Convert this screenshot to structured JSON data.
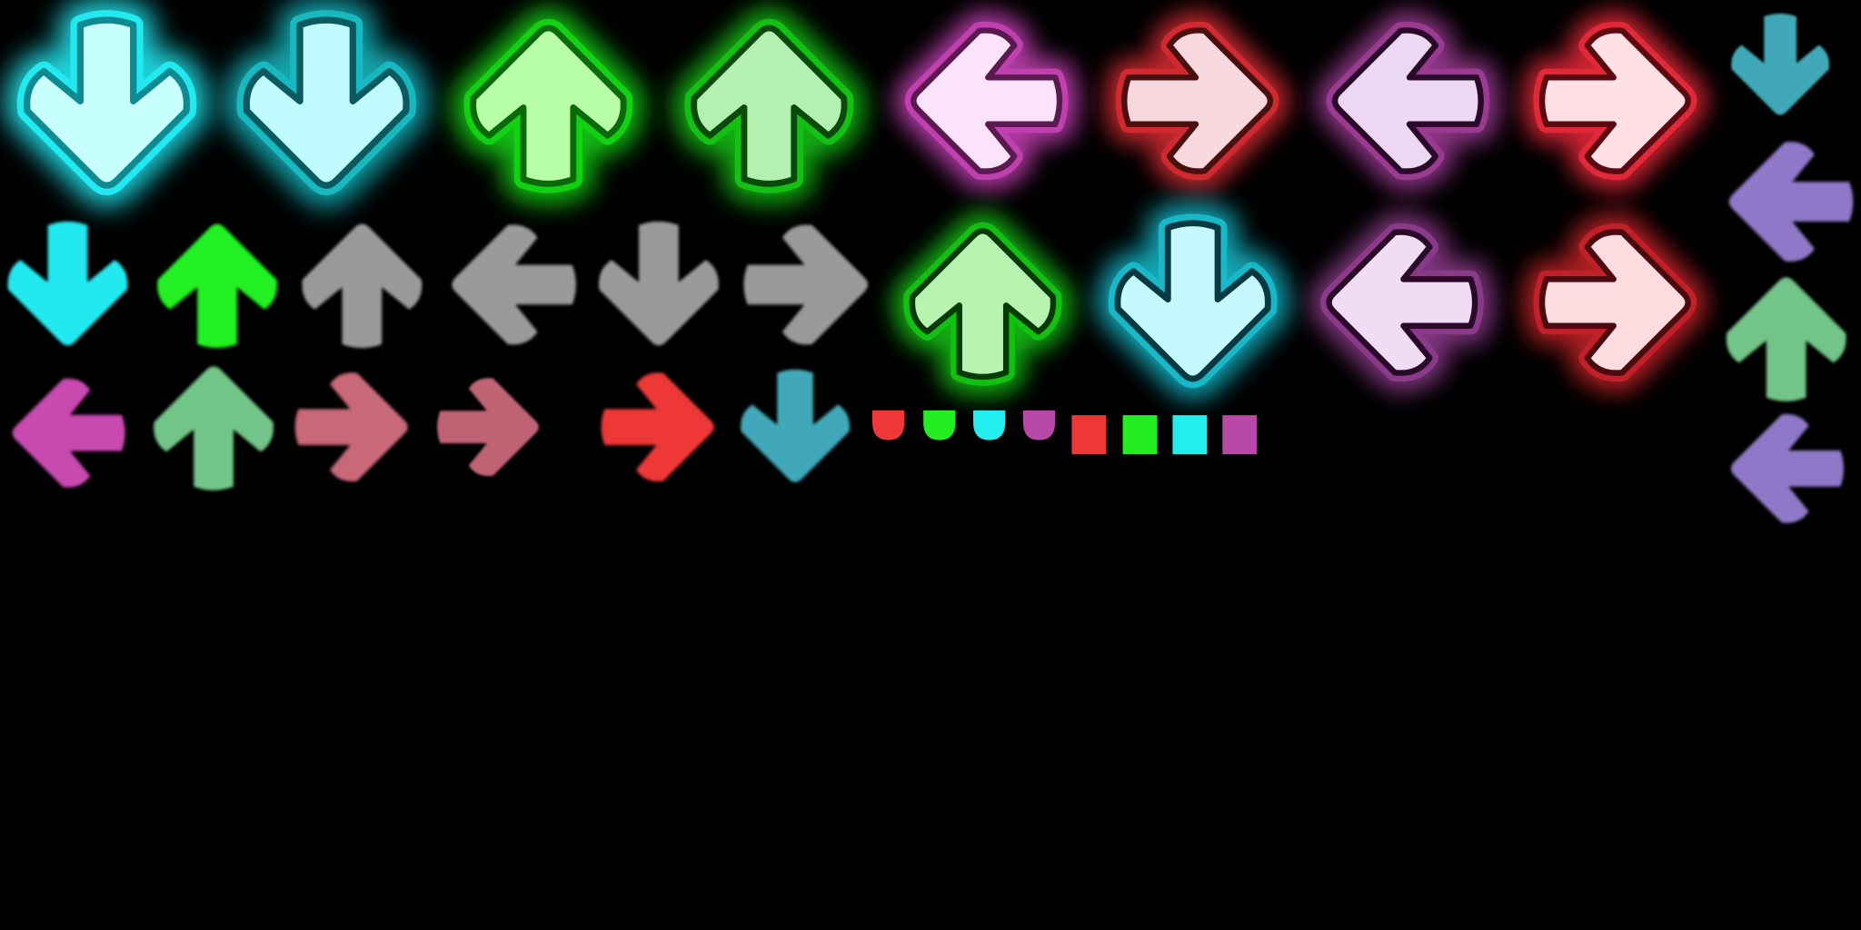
{
  "background": "#000000",
  "sprites": [
    {
      "name": "arrow-down-confirm",
      "direction": "down",
      "fill": "#c8ffff",
      "glow": "#22e8f0",
      "outline": "#0f8a90"
    },
    {
      "name": "arrow-down-press",
      "direction": "down",
      "fill": "#c0fbff",
      "glow": "#18b8c0",
      "outline": "#0b5a60"
    },
    {
      "name": "arrow-up-confirm",
      "direction": "up",
      "fill": "#b8ffa8",
      "glow": "#12d012",
      "outline": "#0a6a0a"
    },
    {
      "name": "arrow-up-press",
      "direction": "up",
      "fill": "#b4f0b0",
      "glow": "#14c014",
      "outline": "#0a4a0a"
    },
    {
      "name": "arrow-left-confirm",
      "direction": "left",
      "fill": "#fbe4fb",
      "glow": "#c040b0",
      "outline": "#5a1a50"
    },
    {
      "name": "arrow-right-confirm",
      "direction": "right",
      "fill": "#f6d8de",
      "glow": "#d02a30",
      "outline": "#4a1010"
    },
    {
      "name": "arrow-left-press",
      "direction": "left",
      "fill": "#ecd8f2",
      "glow": "#9a3a90",
      "outline": "#2a0a28"
    },
    {
      "name": "arrow-right-press",
      "direction": "right",
      "fill": "#ffe0e4",
      "glow": "#e02838",
      "outline": "#5a0a10"
    },
    {
      "name": "arrow-down-static",
      "direction": "down",
      "fill": "#3fa8b8",
      "glow": null,
      "outline": null
    },
    {
      "name": "note-down",
      "direction": "down",
      "fill": "#22e8f0",
      "glow": null,
      "outline": null
    },
    {
      "name": "note-up",
      "direction": "up",
      "fill": "#22f022",
      "glow": null,
      "outline": null
    },
    {
      "name": "strum-up",
      "direction": "up",
      "fill": "#9a9a9a",
      "glow": null,
      "outline": null
    },
    {
      "name": "strum-left",
      "direction": "left",
      "fill": "#9a9a9a",
      "glow": null,
      "outline": null
    },
    {
      "name": "strum-down",
      "direction": "down",
      "fill": "#9a9a9a",
      "glow": null,
      "outline": null
    },
    {
      "name": "strum-right",
      "direction": "right",
      "fill": "#9a9a9a",
      "glow": null,
      "outline": null
    },
    {
      "name": "arrow-up-confirm-2",
      "direction": "up",
      "fill": "#b8f4b0",
      "glow": "#12c012",
      "outline": "#083a08"
    },
    {
      "name": "arrow-down-confirm-2",
      "direction": "down",
      "fill": "#c8f8ff",
      "glow": "#18b8c8",
      "outline": "#063a40"
    },
    {
      "name": "arrow-left-confirm-2",
      "direction": "left",
      "fill": "#f0dcf4",
      "glow": "#8a3a88",
      "outline": "#2a0a28"
    },
    {
      "name": "arrow-right-confirm-2",
      "direction": "right",
      "fill": "#ffdce0",
      "glow": "#c02028",
      "outline": "#4a0a10"
    },
    {
      "name": "arrow-left-lavender",
      "direction": "left",
      "fill": "#8f78c8",
      "glow": null,
      "outline": null
    },
    {
      "name": "arrow-up-mint",
      "direction": "up",
      "fill": "#72c488",
      "glow": null,
      "outline": null
    },
    {
      "name": "arrow-left-lavender-2",
      "direction": "left",
      "fill": "#8f78c8",
      "glow": null,
      "outline": null
    },
    {
      "name": "note-left",
      "direction": "left",
      "fill": "#c848b0",
      "glow": null,
      "outline": null
    },
    {
      "name": "arrow-up-mint-2",
      "direction": "up",
      "fill": "#72c488",
      "glow": null,
      "outline": null
    },
    {
      "name": "arrow-right-rose",
      "direction": "right",
      "fill": "#c86878",
      "glow": null,
      "outline": null
    },
    {
      "name": "arrow-right-rose-2",
      "direction": "right",
      "fill": "#c06474",
      "glow": null,
      "outline": null
    },
    {
      "name": "note-right",
      "direction": "right",
      "fill": "#ee3838",
      "glow": null,
      "outline": null
    },
    {
      "name": "arrow-down-teal",
      "direction": "down",
      "fill": "#3fa8b8",
      "glow": null,
      "outline": null
    }
  ],
  "hold_ends": [
    {
      "name": "hold-end-red",
      "fill": "#ee3838"
    },
    {
      "name": "hold-end-green",
      "fill": "#22ee22"
    },
    {
      "name": "hold-end-cyan",
      "fill": "#22eef0"
    },
    {
      "name": "hold-end-purple",
      "fill": "#b848a8"
    }
  ],
  "hold_pieces": [
    {
      "name": "hold-piece-red",
      "fill": "#ee3838"
    },
    {
      "name": "hold-piece-green",
      "fill": "#22ee22"
    },
    {
      "name": "hold-piece-cyan",
      "fill": "#22eef0"
    },
    {
      "name": "hold-piece-purple",
      "fill": "#b848a8"
    }
  ]
}
